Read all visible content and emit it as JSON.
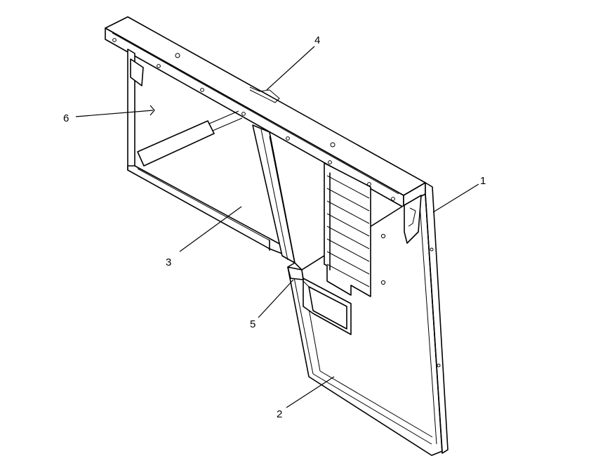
{
  "figure": {
    "callouts": [
      {
        "id": "1",
        "label": "1"
      },
      {
        "id": "2",
        "label": "2"
      },
      {
        "id": "3",
        "label": "3"
      },
      {
        "id": "4",
        "label": "4"
      },
      {
        "id": "5",
        "label": "5"
      },
      {
        "id": "6",
        "label": "6"
      }
    ]
  },
  "colors": {
    "line": "#000000",
    "background": "#ffffff"
  }
}
